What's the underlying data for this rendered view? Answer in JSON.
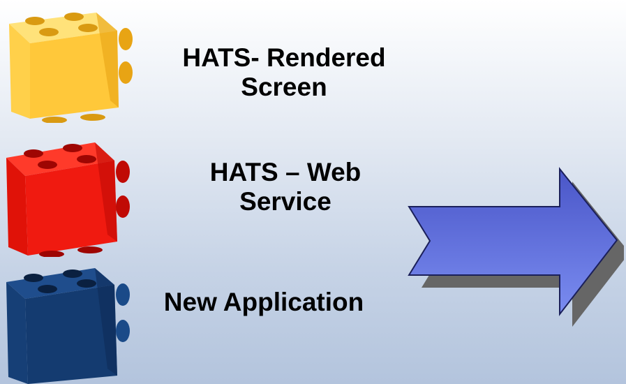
{
  "items": [
    {
      "id": "rendered-screen",
      "label_line1": "HATS- Rendered",
      "label_line2": "Screen",
      "icon": "yellow-lego-brick-icon",
      "colors": {
        "top": "#ffe27a",
        "front": "#ffc83a",
        "side": "#e8a414",
        "stud": "#d99a12"
      }
    },
    {
      "id": "web-service",
      "label_line1": "HATS – Web",
      "label_line2": "Service",
      "icon": "red-lego-brick-icon",
      "colors": {
        "top": "#ff3a2a",
        "front": "#f01a10",
        "side": "#c00a05",
        "stud": "#9e0603"
      }
    },
    {
      "id": "new-application",
      "label_line1": "New Application",
      "label_line2": "",
      "icon": "blue-lego-brick-icon",
      "colors": {
        "top": "#1f4d8c",
        "front": "#143b70",
        "side": "#0e2c57",
        "stud": "#0a2040"
      }
    }
  ],
  "arrow": {
    "icon": "right-arrow-icon",
    "fill_top": "#4a56c8",
    "fill_bottom": "#7a8cf0",
    "stroke": "#1a1f5a"
  }
}
